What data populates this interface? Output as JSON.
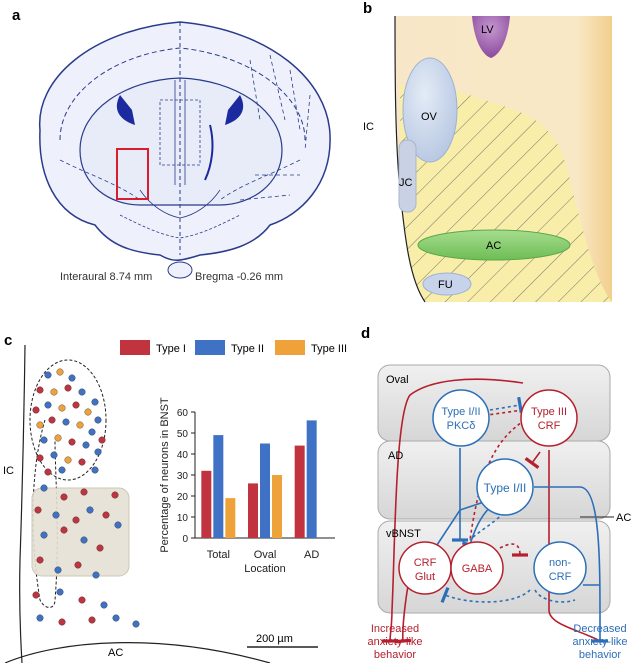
{
  "panel_a": {
    "letter": "a",
    "interaural": "Interaural 8.74 mm",
    "bregma": "Bregma -0.26 mm"
  },
  "panel_b": {
    "letter": "b",
    "labels": {
      "lv": "LV",
      "ov": "OV",
      "ic": "IC",
      "jc": "JC",
      "ac": "AC",
      "fu": "FU"
    }
  },
  "panel_c": {
    "letter": "c",
    "ic_label": "IC",
    "ac_label": "AC",
    "scale_bar": "200 µm",
    "colors": {
      "type1": "#c0333f",
      "type2": "#3f72c4",
      "type3": "#f0a23a"
    }
  },
  "chart_data": {
    "type": "bar",
    "categories": [
      "Total",
      "Oval",
      "AD"
    ],
    "xlabel": "Location",
    "ylabel": "Percentage of neurons in BNST",
    "ylim": [
      0,
      60
    ],
    "yticks": [
      0,
      10,
      20,
      30,
      40,
      50,
      60
    ],
    "grid": false,
    "legend_position": "top",
    "series": [
      {
        "name": "Type I",
        "color": "#c0333f",
        "values": [
          32,
          26,
          44
        ]
      },
      {
        "name": "Type II",
        "color": "#3f72c4",
        "values": [
          49,
          45,
          56
        ]
      },
      {
        "name": "Type III",
        "color": "#f0a23a",
        "values": [
          19,
          30,
          null
        ]
      }
    ]
  },
  "panel_d": {
    "letter": "d",
    "regions": {
      "oval": "Oval",
      "ad": "AD",
      "vbnst": "vBNST",
      "ac": "AC"
    },
    "nodes": {
      "type12_pkc_line1": "Type I/II",
      "type12_pkc_line2": "PKCδ",
      "type3_line1": "Type III",
      "type3_line2": "CRF",
      "type12": "Type I/II",
      "crf_glut_line1": "CRF",
      "crf_glut_line2": "Glut",
      "gaba": "GABA",
      "noncrf_line1": "non-",
      "noncrf_line2": "CRF"
    },
    "outputs": {
      "increased_line1": "Increased",
      "increased_line2": "anxiety-like",
      "increased_line3": "behavior",
      "decreased_line1": "Decreased",
      "decreased_line2": "anxiety-like",
      "decreased_line3": "behavior"
    },
    "colors": {
      "red": "#b5202e",
      "blue": "#2c6fb8"
    }
  }
}
